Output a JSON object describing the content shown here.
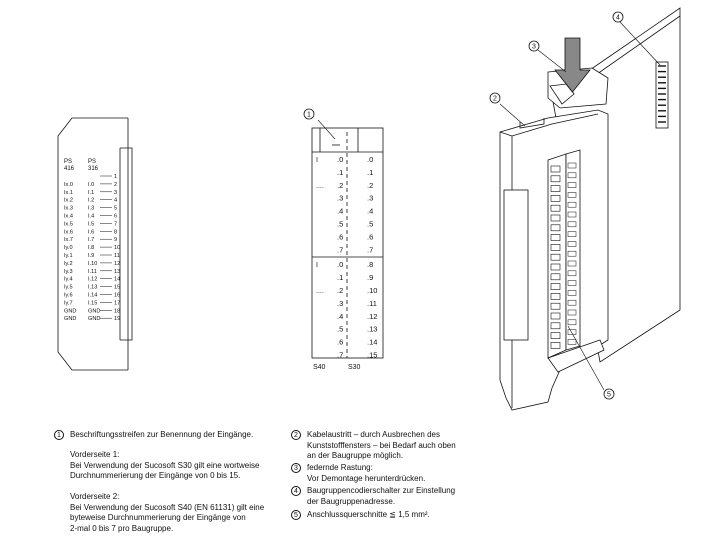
{
  "left_module": {
    "col_ps416_header": [
      "PS",
      "416"
    ],
    "col_ps316_header": [
      "PS",
      "316"
    ],
    "rows": [
      {
        "a": "",
        "b": "",
        "n": "1"
      },
      {
        "a": "Ix.0",
        "b": "I.0",
        "n": "2"
      },
      {
        "a": "Ix.1",
        "b": "I.1",
        "n": "3"
      },
      {
        "a": "Ix.2",
        "b": "I.2",
        "n": "4"
      },
      {
        "a": "Ix.3",
        "b": "I.3",
        "n": "5"
      },
      {
        "a": "Ix.4",
        "b": "I.4",
        "n": "6"
      },
      {
        "a": "Ix.5",
        "b": "I.5",
        "n": "7"
      },
      {
        "a": "Ix.6",
        "b": "I.6",
        "n": "8"
      },
      {
        "a": "Ix.7",
        "b": "I.7",
        "n": "9"
      },
      {
        "a": "Iy.0",
        "b": "I.8",
        "n": "10"
      },
      {
        "a": "Iy.1",
        "b": "I.9",
        "n": "11"
      },
      {
        "a": "Iy.2",
        "b": "I.10",
        "n": "12"
      },
      {
        "a": "Iy.3",
        "b": "I.11",
        "n": "13"
      },
      {
        "a": "Iy.4",
        "b": "I.12",
        "n": "14"
      },
      {
        "a": "Iy.5",
        "b": "I.13",
        "n": "15"
      },
      {
        "a": "Iy.6",
        "b": "I.14",
        "n": "16"
      },
      {
        "a": "Iy.7",
        "b": "I.15",
        "n": "17"
      },
      {
        "a": "GND",
        "b": "GND",
        "n": "18"
      },
      {
        "a": "GND",
        "b": "GND",
        "n": "19"
      }
    ]
  },
  "label_strip": {
    "callout": "1",
    "rows": [
      {
        "l": "I",
        "s40": ".0",
        "s30": ".0"
      },
      {
        "l": "",
        "s40": ".1",
        "s30": ".1"
      },
      {
        "l": "....",
        "s40": ".2",
        "s30": ".2"
      },
      {
        "l": "",
        "s40": ".3",
        "s30": ".3"
      },
      {
        "l": "",
        "s40": ".4",
        "s30": ".4"
      },
      {
        "l": "",
        "s40": ".5",
        "s30": ".5"
      },
      {
        "l": "",
        "s40": ".6",
        "s30": ".6"
      },
      {
        "l": "",
        "s40": ".7",
        "s30": ".7"
      },
      {
        "l": "I",
        "s40": ".0",
        "s30": ".8"
      },
      {
        "l": "",
        "s40": ".1",
        "s30": ".9"
      },
      {
        "l": "....",
        "s40": ".2",
        "s30": ".10"
      },
      {
        "l": "",
        "s40": ".3",
        "s30": ".11"
      },
      {
        "l": "",
        "s40": ".4",
        "s30": ".12"
      },
      {
        "l": "",
        "s40": ".5",
        "s30": ".13"
      },
      {
        "l": "",
        "s40": ".6",
        "s30": ".14"
      },
      {
        "l": "",
        "s40": ".7",
        "s30": ".15"
      }
    ],
    "s40_label": "S40",
    "s30_label": "S30"
  },
  "module_callouts": [
    "4",
    "3",
    "2",
    "5"
  ],
  "legend_left": [
    {
      "num": "1",
      "text": "Beschriftungsstreifen zur Benennung der Eingänge."
    },
    {
      "num": "",
      "text": "Vorderseite 1:\nBei Verwendung der Sucosoft S30 gilt eine wortweise\nDurchnummerierung der Eingänge von 0 bis 15."
    },
    {
      "num": "",
      "text": "Vorderseite 2:\nBei Verwendung der Sucosoft S40 (EN 61131) gilt eine\nbyteweise Durchnummerierung der Eingänge von\n2-mal 0 bis 7 pro Baugruppe."
    }
  ],
  "legend_right": [
    {
      "num": "2",
      "text": "Kabelaustritt – durch Ausbrechen des\nKunststofffensters – bei Bedarf auch oben\nan der Baugruppe möglich."
    },
    {
      "num": "3",
      "text": "federnde Rastung:\nVor Demontage herunterdrücken."
    },
    {
      "num": "4",
      "text": "Baugruppencodierschalter zur Einstellung\nder Baugruppenadresse."
    },
    {
      "num": "5",
      "text": "Anschlussquerschnitte ≦ 1,5 mm²."
    }
  ]
}
